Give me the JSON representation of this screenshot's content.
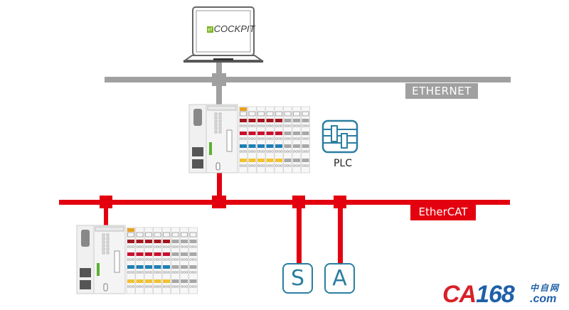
{
  "diagram": {
    "laptop": {
      "screen_text": "COCKPIT",
      "badge_text": "e!"
    },
    "networks": {
      "ethernet": {
        "label": "ETHERNET",
        "color": "#a0a0a0"
      },
      "ethercat": {
        "label": "EtherCAT",
        "color": "#e3000f"
      }
    },
    "plc": {
      "label": "PLC",
      "icon": "plc-icon",
      "icon_color": "#2b7ea1"
    },
    "devices": [
      {
        "name": "controller-main",
        "type": "modular-io-controller"
      },
      {
        "name": "controller-remote",
        "type": "modular-io-controller"
      }
    ],
    "nodes": [
      {
        "label": "S",
        "color": "#2b7ea1"
      },
      {
        "label": "A",
        "color": "#2b7ea1"
      }
    ],
    "io_module_colors": [
      "#a4161f",
      "#c8102e",
      "#1f7fb5",
      "#f2c230",
      "#a8a8a8"
    ]
  },
  "watermark": {
    "brand": "CA168",
    "brand_part1": "CA",
    "brand_part2": "168",
    "chinese": "中自网",
    "domain": ".com",
    "color_red": "#d92028",
    "color_blue": "#1f5fa8"
  }
}
